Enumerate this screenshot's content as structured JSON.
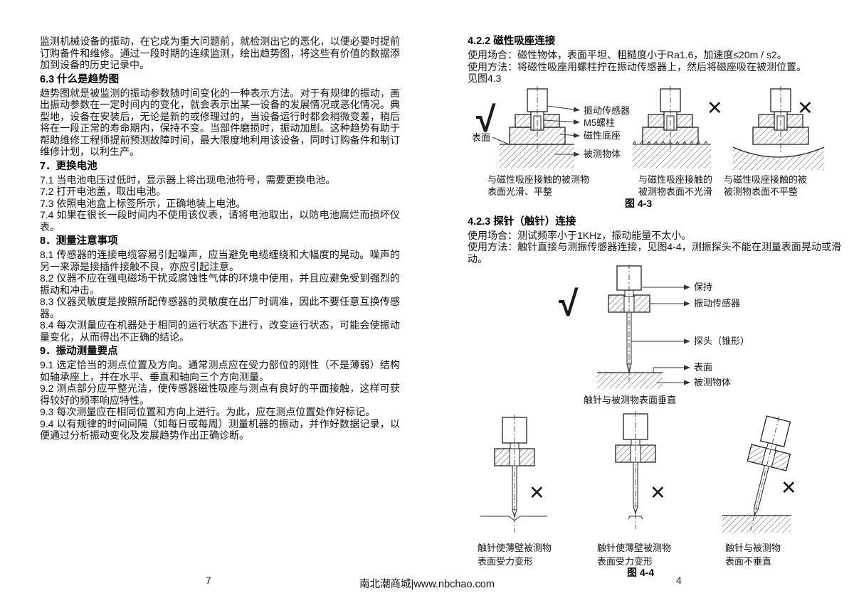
{
  "doc": {
    "left": {
      "page_number": "7",
      "blocks": [
        {
          "t": "p",
          "text": "监测机械设备的振动，在它成为重大问题前，就检测出它的恶化，以便必要时提前订购备件和维修。通过一段时期的连续监测，绘出趋势图，将这些有价值的数据添加到设备的历史记录中。"
        },
        {
          "t": "h",
          "text": "6.3 什么是趋势图"
        },
        {
          "t": "p",
          "text": "趋势图就是被监测的振动参数随时间变化的一种表示方法。对于有规律的振动，画出振动参数在一定时间内的变化，就会表示出某一设备的发展情况或恶化情况。典型地，设备在安装后，无论是新的或修理过的，当设备运行时都会稍微变差，稍后将在一段正常的寿命期内，保持不变。当部件磨损时，振动加剧。这种趋势有助于帮助维修工程师提前预测故障时间，最大限度地利用该设备，同时订购备件和制订维修计划，以利生产。"
        },
        {
          "t": "h",
          "text": "7．更换电池"
        },
        {
          "t": "p",
          "text": "7.1 当电池电压过低时，显示器上将出现电池符号，需要更换电池。"
        },
        {
          "t": "p",
          "text": "7.2 打开电池盖，取出电池。"
        },
        {
          "t": "p",
          "text": "7.3 依照电池盒上标签所示，正确地装上电池。"
        },
        {
          "t": "p",
          "text": "7.4 如果在很长一段时间内不使用该仪表，请将电池取出，以防电池腐烂而损坏仪表。"
        },
        {
          "t": "h",
          "text": "8．测量注意事项"
        },
        {
          "t": "p",
          "text": "8.1 传感器的连接电缆容易引起噪声，应当避免电缆缠绕和大幅度的晃动。噪声的另一来源是接插件接触不良，亦应引起注意。"
        },
        {
          "t": "p",
          "text": "8.2 仪器不应在强电磁场干扰或腐蚀性气体的环境中使用，并且应避免受到强烈的振动和冲击。"
        },
        {
          "t": "p",
          "text": "8.3 仪器灵敏度是按照所配传感器的灵敏度在出厂时调准，因此不要任意互换传感器。"
        },
        {
          "t": "p",
          "text": "8.4 每次测量应在机器处于相同的运行状态下进行，改变运行状态，可能会使振动量变化，从而得出不正确的结论。"
        },
        {
          "t": "h",
          "text": "9．振动测量要点"
        },
        {
          "t": "p",
          "text": "9.1 选定恰当的测点位置及方向。通常测点应在受力部位的刚性（不是薄弱）结构如轴承座上，并在水平、垂直和轴向三个方向测量。"
        },
        {
          "t": "p",
          "text": "9.2 测点部分应平整光洁，使传感器磁性吸座与测点有良好的平面接触，这样可获得较好的频率响应特性。"
        },
        {
          "t": "p",
          "text": "9.3 每次测量应在相同位置和方向上进行。为此，应在测点位置处作好标记。"
        },
        {
          "t": "p",
          "text": "9.4 以有规律的时间间隔（如每日或每周）测量机器的振动，并作好数据记录，以便通过分析振动变化及发展趋势作出正确诊断。"
        }
      ]
    },
    "right": {
      "page_number": "4",
      "s422": {
        "heading": "4.2.2 磁性吸座连接",
        "line1": "使用场合：磁性物体，表面平坦、粗糙度小于Ra1.6，加速度≤20m / s2。",
        "line2": "使用方法：将磁性吸座用螺柱拧在振动传感器上，然后将磁座吸在被测位置。",
        "line3": "见图4.3"
      },
      "fig43": {
        "check": "√",
        "cross": "✕",
        "surface_label": "表面",
        "part_labels": {
          "sensor": "振动传感器",
          "stud": "M5螺柱",
          "base": "磁性底座",
          "object": "被测物体"
        },
        "captions": [
          {
            "l1": "与磁性吸座接触的被测物",
            "l2": "表面光滑、平整"
          },
          {
            "l1": "与磁性吸座接触的",
            "l2": "被测物表面不光滑"
          },
          {
            "l1": "与磁性吸座接触的被",
            "l2": "被测物表面不平整"
          }
        ],
        "title": "图 4-3"
      },
      "s423": {
        "heading": "4.2.3 探针（触针）连接",
        "line1": "使用场合：测试频率小于1KHz，振动能量不太小。",
        "line2": "使用方法：触针直接与测振传感器连接，见图4-4，测振探头不能在测量表面晃动或滑动。"
      },
      "fig44": {
        "check": "√",
        "cross": "✕",
        "part_labels": {
          "hold": "保持",
          "sensor": "振动传感器",
          "probe": "探头（锥形）",
          "surface": "表面",
          "object": "被测物体"
        },
        "caption_top": "触针与被测物表面垂直",
        "captions": [
          {
            "l1": "触针使薄壁被测物",
            "l2": "表面受力变形"
          },
          {
            "l1": "触针使薄壁被测物",
            "l2": "表面受力变形"
          },
          {
            "l1": "触针与被测物",
            "l2": "表面不垂直"
          }
        ],
        "title": "图 4-4"
      }
    },
    "footer": {
      "site": "南北潮商城|www.nbchao.com"
    }
  }
}
